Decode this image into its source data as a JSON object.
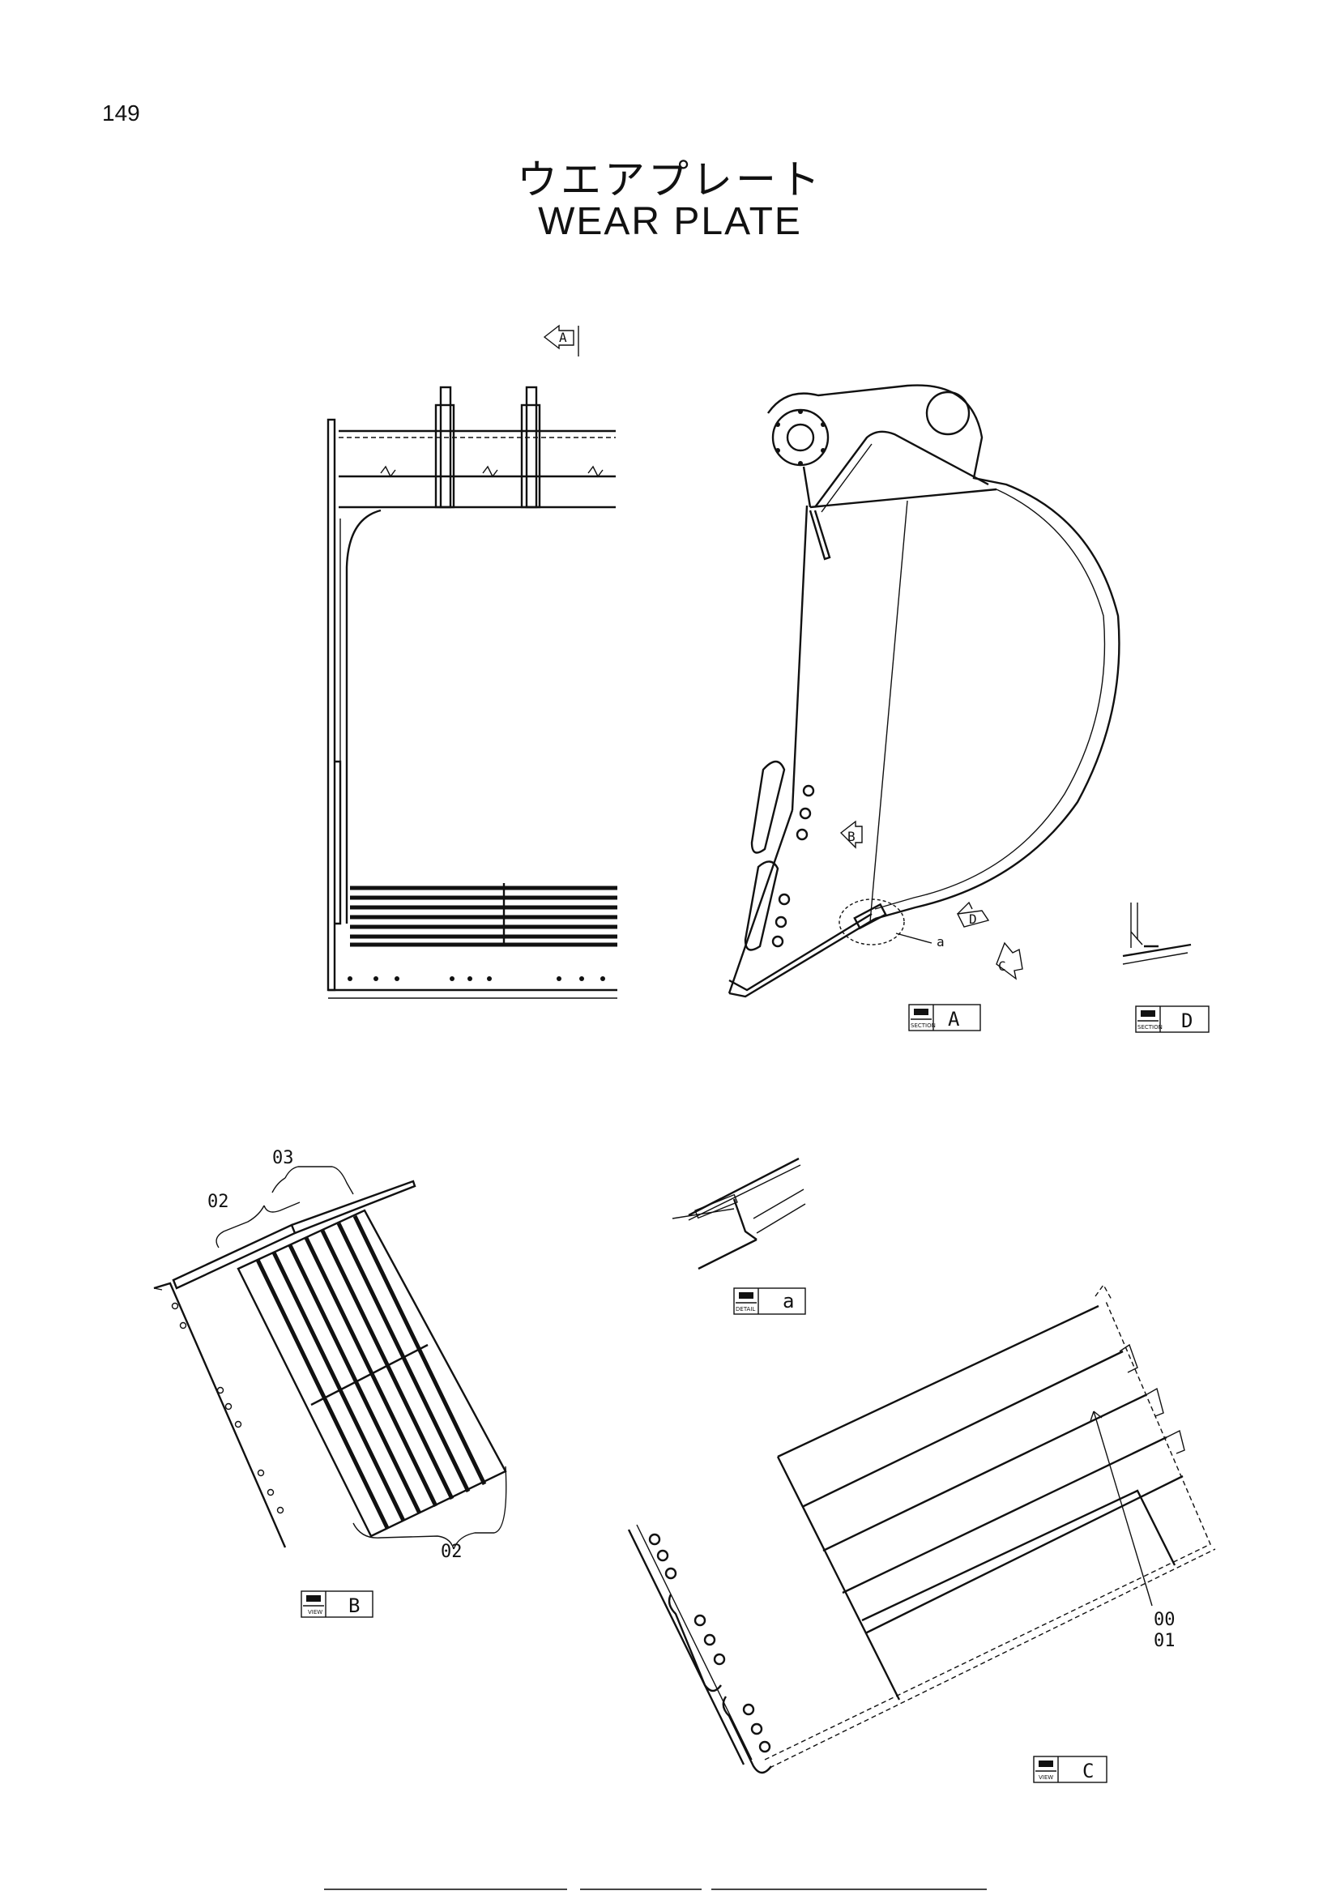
{
  "page": {
    "number": "149"
  },
  "title": {
    "japanese": "ウエアプレート",
    "english": "WEAR  PLATE"
  },
  "view_arrows": [
    "A",
    "B",
    "C",
    "D"
  ],
  "detail_marker": "a",
  "tags": {
    "section_a": {
      "kind": "SECTION",
      "letter": "A"
    },
    "section_d": {
      "kind": "SECTION",
      "letter": "D"
    },
    "detail_a": {
      "kind": "DETAIL",
      "letter": "a"
    },
    "view_b": {
      "kind": "VIEW",
      "letter": "B"
    },
    "view_c": {
      "kind": "VIEW",
      "letter": "C"
    }
  },
  "part_labels": {
    "view_b_03": "03",
    "view_b_02_top": "02",
    "view_b_02_bottom": "02",
    "view_c_00": "00",
    "view_c_01": "01"
  }
}
